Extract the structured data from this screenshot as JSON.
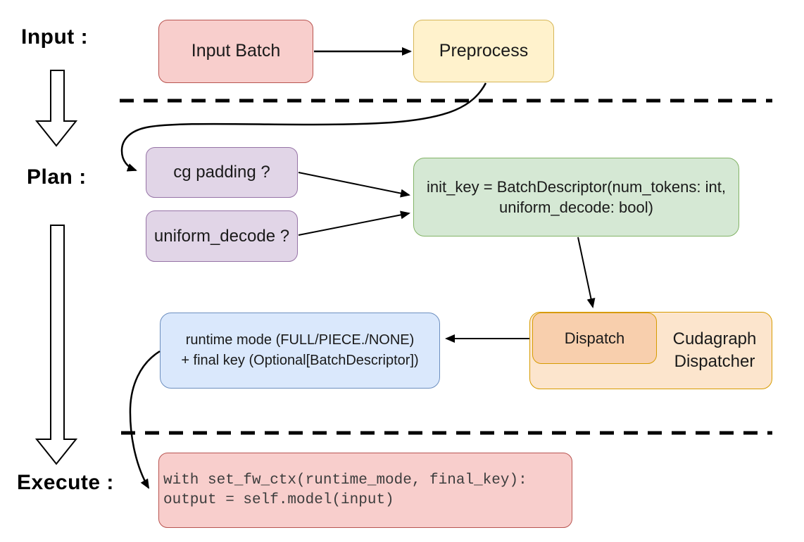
{
  "diagram": {
    "stage_labels": {
      "input": "Input :",
      "plan": "Plan :",
      "execute": "Execute :"
    },
    "nodes": {
      "input_batch": {
        "label": "Input Batch",
        "fill": "#F8CECC",
        "stroke": "#B85450"
      },
      "preprocess": {
        "label": "Preprocess",
        "fill": "#FFF2CC",
        "stroke": "#D6B656"
      },
      "cg_padding": {
        "label": "cg padding ?",
        "fill": "#E1D5E7",
        "stroke": "#9673A6"
      },
      "uniform_decode": {
        "label": "uniform_decode ?",
        "fill": "#E1D5E7",
        "stroke": "#9673A6"
      },
      "init_key": {
        "line1": "init_key = BatchDescriptor(num_tokens: int,",
        "line2": "uniform_decode: bool)",
        "fill": "#D5E8D4",
        "stroke": "#82B366"
      },
      "runtime_mode": {
        "line1": "runtime mode (FULL/PIECE./NONE)",
        "line2": "+ final key (Optional[BatchDescriptor])",
        "fill": "#DAE8FC",
        "stroke": "#6C8EBF"
      },
      "dispatch": {
        "label": "Dispatch",
        "fill": "#F8CFAD",
        "stroke": "#D79B00"
      },
      "cudagraph_dispatcher": {
        "line1": "Cudagraph",
        "line2": "Dispatcher",
        "fill": "#FCE5CD",
        "stroke": "#D79B00"
      },
      "execute_code": {
        "line1": "with set_fw_ctx(runtime_mode, final_key):",
        "line2": "    output = self.model(input)",
        "fill": "#F8CECC",
        "stroke": "#B85450"
      }
    }
  }
}
